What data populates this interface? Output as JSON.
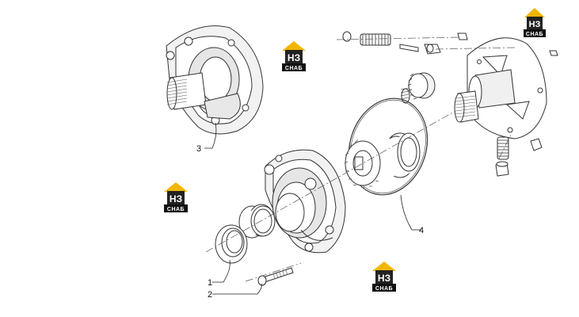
{
  "diagram": {
    "callouts": {
      "c1": "1",
      "c2": "2",
      "c3": "3",
      "c4": "4"
    },
    "logo": {
      "mark": "НЗ",
      "band": "СНАБ",
      "colors": {
        "roof": "#f2b600",
        "body": "#222222",
        "band": "#111111"
      }
    },
    "colors": {
      "line": "#333333",
      "fill": "#ffffff",
      "shade": "#d9d9d9",
      "dark": "#555555"
    }
  }
}
